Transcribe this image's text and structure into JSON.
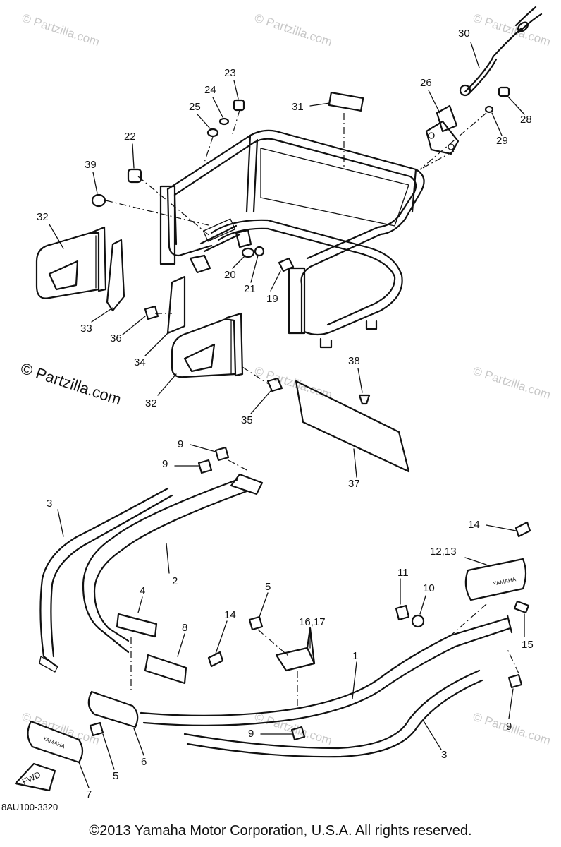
{
  "diagram": {
    "watermarks": [
      "© Partzilla.com"
    ],
    "featured_watermark": "© Partzilla.com",
    "part_code": "8AU100-3320",
    "fwd_label": "FWD",
    "brand_mark": "YAMAHA",
    "copyright": "©2013  Yamaha Motor Corporation, U.S.A. All rights reserved.",
    "callouts": [
      "1",
      "2",
      "3",
      "3",
      "4",
      "5",
      "5",
      "6",
      "7",
      "8",
      "9",
      "9",
      "9",
      "9",
      "10",
      "11",
      "12,13",
      "14",
      "14",
      "15",
      "16,17",
      "19",
      "20",
      "21",
      "22",
      "23",
      "24",
      "25",
      "26",
      "28",
      "29",
      "30",
      "31",
      "32",
      "32",
      "33",
      "34",
      "35",
      "36",
      "37",
      "38",
      "39"
    ]
  }
}
